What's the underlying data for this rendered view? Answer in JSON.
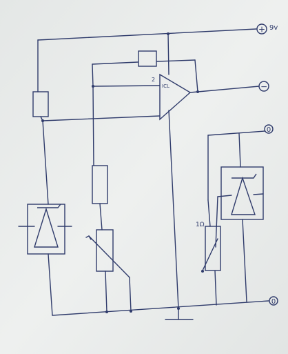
{
  "terminals": {
    "plus_symbol": "+",
    "plus_voltage": "9v",
    "minus_symbol": "−",
    "zero_top": "0",
    "zero_bottom": "0"
  },
  "labels": {
    "opamp_pin": "2",
    "opamp_name": "ICL",
    "pot_label": "1Ω"
  },
  "colors": {
    "ink": "#2f3b6b",
    "paper": "#e9ecea"
  }
}
